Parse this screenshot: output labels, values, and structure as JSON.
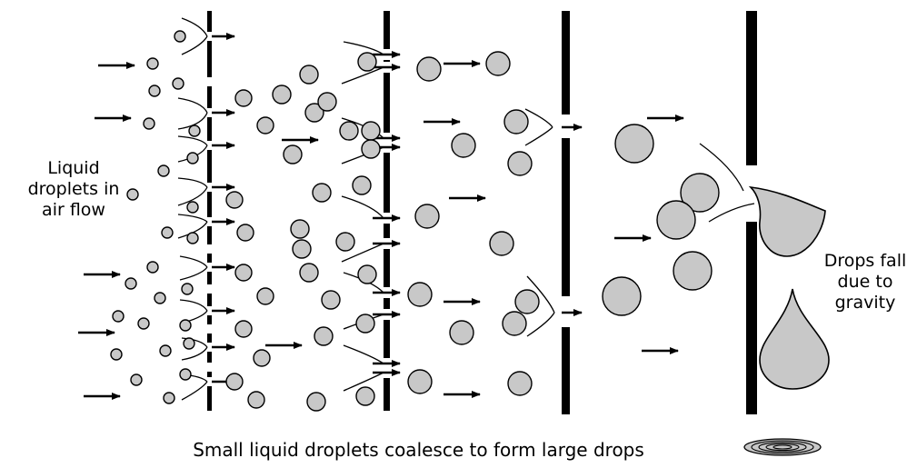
{
  "labels": {
    "inflow": "Liquid\ndroplets in\nair flow",
    "outflow": "Drops fall\ndue to\ngravity",
    "caption": "Small liquid droplets coalesce to form large drops"
  },
  "colors": {
    "droplet_fill": "#c8c8c8",
    "stroke": "#000000",
    "background": "#ffffff"
  },
  "stages": [
    {
      "name": "inlet-air-flow"
    },
    {
      "name": "stage-1-baffle"
    },
    {
      "name": "stage-2-baffle"
    },
    {
      "name": "stage-3-baffle"
    },
    {
      "name": "stage-4-drain-gap"
    }
  ]
}
